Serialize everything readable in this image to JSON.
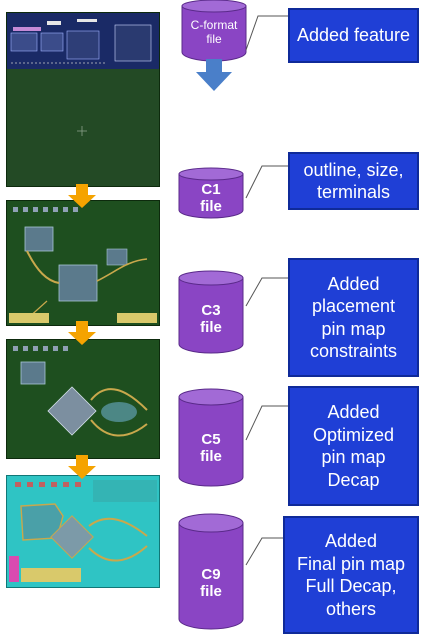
{
  "stages": [
    {
      "file_label": [
        "C-format",
        "file"
      ],
      "note": [
        "Added feature"
      ]
    },
    {
      "file_label": [
        "C1",
        "file"
      ],
      "note": [
        "outline, size,",
        "terminals"
      ]
    },
    {
      "file_label": [
        "C3",
        "file"
      ],
      "note": [
        "Added",
        "placement",
        "pin map",
        "constraints"
      ]
    },
    {
      "file_label": [
        "C5",
        "file"
      ],
      "note": [
        "Added",
        "Optimized",
        "pin  map",
        "Decap"
      ]
    },
    {
      "file_label": [
        "C9",
        "file"
      ],
      "note": [
        "Added",
        "Final pin map",
        "Full Decap,",
        "others"
      ]
    }
  ],
  "colors": {
    "cylinder": "#8a45c4",
    "note_box": "#1f3fd6",
    "arrow_orange": "#f5a300",
    "arrow_blue": "#4a7fc9",
    "board_green": "#1f4d22"
  }
}
